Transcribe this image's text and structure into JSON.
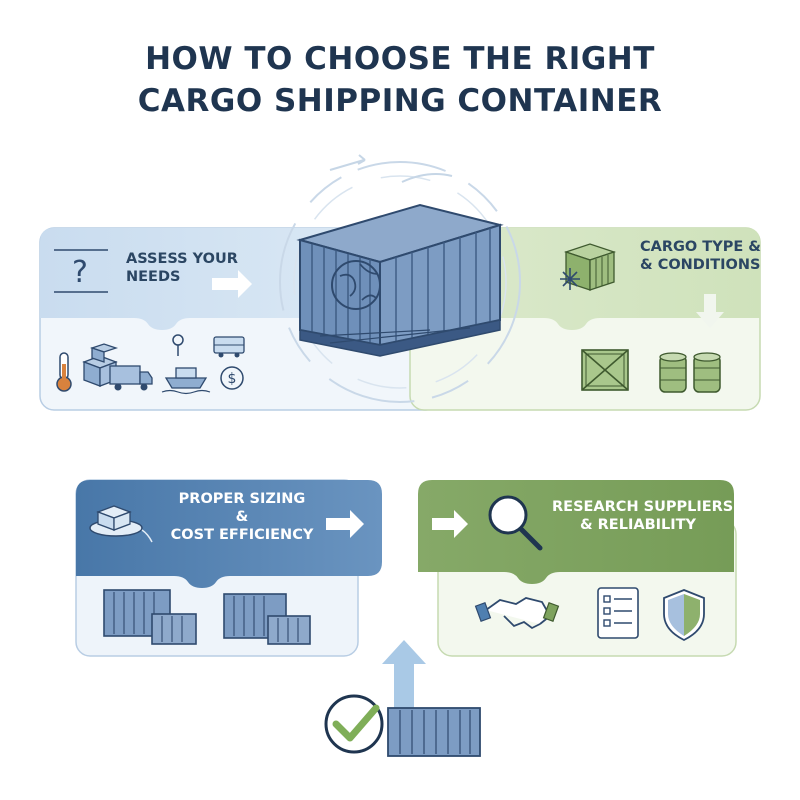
{
  "title": {
    "line1": "HOW TO CHOOSE THE RIGHT",
    "line2": "CARGO SHIPPING CONTAINER"
  },
  "steps": [
    {
      "line1": "ASSESS YOUR",
      "line2": "NEEDS"
    },
    {
      "line1": "CARGO TYPE &",
      "line2": "& CONDITIONS"
    },
    {
      "line1": "PROPER SIZING",
      "line2": "&",
      "line3": "COST EFFICIENCY"
    },
    {
      "line1": "RESEARCH SUPPLIERS",
      "line2": "& RELIABILITY"
    }
  ],
  "colors": {
    "navy": "#1f3550",
    "blue_panel": "#cfe0f0",
    "blue_dark": "#4f7fb0",
    "green_panel": "#d5e6c3",
    "green_dark": "#7ea35d",
    "steel": "#5f80ad",
    "check_green": "#7fae58"
  },
  "icons": [
    "question-mark-icon",
    "thermometer-icon",
    "boxes-icon",
    "truck-icon",
    "ship-icon",
    "location-pin-icon",
    "bus-icon",
    "dollar-coin-icon",
    "shipping-container-icon",
    "snowflake-icon",
    "crate-icon",
    "barrels-icon",
    "box-on-scale-icon",
    "container-stack-icon",
    "magnifier-icon",
    "handshake-icon",
    "checklist-icon",
    "shield-icon",
    "check-mark-icon"
  ]
}
